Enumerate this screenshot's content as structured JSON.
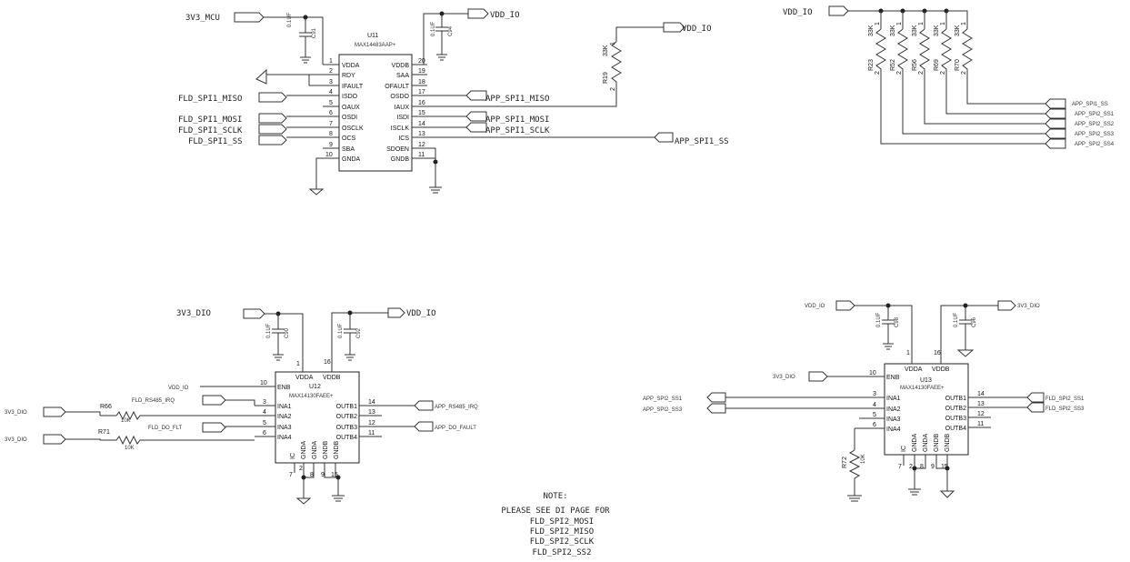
{
  "ports": {
    "3v3_mcu": "3V3_MCU",
    "vdd_io_top": "VDD_IO",
    "vdd_io_r19": "VDD_IO",
    "fld_spi1_miso": "FLD_SPI1_MISO",
    "fld_spi1_mosi": "FLD_SPI1_MOSI",
    "fld_spi1_sclk": "FLD_SPI1_SCLK",
    "fld_spi1_ss": "FLD_SPI1_SS",
    "app_spi1_miso": "APP_SPI1_MISO",
    "app_spi1_mosi": "APP_SPI1_MOSI",
    "app_spi1_sclk": "APP_SPI1_SCLK",
    "app_spi1_ss": "APP_SPI1_SS",
    "vdd_io_right": "VDD_IO",
    "app_spi1_ss_r": "APP_SPI1_SS",
    "app_spi2_ss1_r": "APP_SPI2_SS1",
    "app_spi2_ss2_r": "APP_SPI2_SS2",
    "app_spi2_ss3_r": "APP_SPI2_SS3",
    "app_spi2_ss4_r": "APP_SPI2_SS4",
    "3v3_dio_u12": "3V3_DIO",
    "vdd_io_u12": "VDD_IO",
    "vdd_io_enb": "VDD_IO",
    "fld_rs485_irq": "FLD_RS485_IRQ",
    "fld_do_flt": "FLD_DO_FLT",
    "3v3_dio_r66": "3V3_DIO",
    "3v3_dio_r71": "3V3_DIO",
    "app_rs485_irq": "APP_RS485_IRQ",
    "app_do_fault": "APP_DO_FAULT",
    "vdd_io_u13": "VDD_IO",
    "3v3_dio_u13": "3V3_DIO",
    "3v3_dio_enb13": "3V3_DIO",
    "app_spi2_ss1_in": "APP_SPI2_SS1",
    "app_spi2_ss3_in": "APP_SPI2_SS3",
    "fld_spi2_ss1": "FLD_SPI2_SS1",
    "fld_spi2_ss3": "FLD_SPI2_SS3"
  },
  "u11": {
    "ref": "U11",
    "part": "MAX14483AAP+",
    "left_pins": [
      {
        "num": "1",
        "name": "VDDA"
      },
      {
        "num": "2",
        "name": "RDY"
      },
      {
        "num": "3",
        "name": "IFAULT"
      },
      {
        "num": "4",
        "name": "ISDO"
      },
      {
        "num": "5",
        "name": "OAUX"
      },
      {
        "num": "6",
        "name": "OSDI"
      },
      {
        "num": "7",
        "name": "OSCLK"
      },
      {
        "num": "8",
        "name": "OCS"
      },
      {
        "num": "9",
        "name": "SBA"
      },
      {
        "num": "10",
        "name": "GNDA"
      }
    ],
    "right_pins": [
      {
        "num": "20",
        "name": "VDDB"
      },
      {
        "num": "19",
        "name": "SAA"
      },
      {
        "num": "18",
        "name": "OFAULT"
      },
      {
        "num": "17",
        "name": "OSDO"
      },
      {
        "num": "16",
        "name": "IAUX"
      },
      {
        "num": "15",
        "name": "ISDI"
      },
      {
        "num": "14",
        "name": "ISCLK"
      },
      {
        "num": "13",
        "name": "ICS"
      },
      {
        "num": "12",
        "name": "SDOEN"
      },
      {
        "num": "11",
        "name": "GNDB"
      }
    ]
  },
  "u12": {
    "ref": "U12",
    "part": "MAX14130FAEE+",
    "pin_vdda": "VDDA",
    "pin_vddb": "VDDB",
    "num_vdda": "1",
    "num_vddb": "16",
    "left_pins": [
      {
        "num": "10",
        "name": "ENB"
      },
      {
        "num": "3",
        "name": "INA1"
      },
      {
        "num": "4",
        "name": "INA2"
      },
      {
        "num": "5",
        "name": "INA3"
      },
      {
        "num": "6",
        "name": "INA4"
      }
    ],
    "right_pins": [
      {
        "num": "14",
        "name": "OUTB1"
      },
      {
        "num": "13",
        "name": "OUTB2"
      },
      {
        "num": "12",
        "name": "OUTB3"
      },
      {
        "num": "11",
        "name": "OUTB4"
      }
    ],
    "bottom_pins": [
      {
        "num": "7",
        "name": "IC"
      },
      {
        "num": "2",
        "name": "GNDA"
      },
      {
        "num": "8",
        "name": "GNDA"
      },
      {
        "num": "9",
        "name": "GNDB"
      },
      {
        "num": "15",
        "name": "GNDB"
      }
    ]
  },
  "u13": {
    "ref": "U13",
    "part": "MAX14130FAEE+",
    "pin_vdda": "VDDA",
    "pin_vddb": "VDDB",
    "num_vdda": "1",
    "num_vddb": "16",
    "left_pins": [
      {
        "num": "10",
        "name": "ENB"
      },
      {
        "num": "3",
        "name": "INA1"
      },
      {
        "num": "4",
        "name": "INA2"
      },
      {
        "num": "5",
        "name": "INA3"
      },
      {
        "num": "6",
        "name": "INA4"
      }
    ],
    "right_pins": [
      {
        "num": "14",
        "name": "OUTB1"
      },
      {
        "num": "13",
        "name": "OUTB2"
      },
      {
        "num": "12",
        "name": "OUTB3"
      },
      {
        "num": "11",
        "name": "OUTB4"
      }
    ],
    "bottom_pins": [
      {
        "num": "7",
        "name": "IC"
      },
      {
        "num": "2",
        "name": "GNDA"
      },
      {
        "num": "8",
        "name": "GNDA"
      },
      {
        "num": "9",
        "name": "GNDB"
      },
      {
        "num": "15",
        "name": "GNDB"
      }
    ]
  },
  "resistors": {
    "r19": {
      "ref": "R19",
      "value": "33K",
      "p1": "1",
      "p2": "2"
    },
    "r23": {
      "ref": "R23",
      "value": "33K",
      "p1": "1",
      "p2": "2"
    },
    "r52": {
      "ref": "R52",
      "value": "33K",
      "p1": "1",
      "p2": "2"
    },
    "r56": {
      "ref": "R56",
      "value": "33K",
      "p1": "1",
      "p2": "2"
    },
    "r69": {
      "ref": "R69",
      "value": "33K",
      "p1": "1",
      "p2": "2"
    },
    "r70": {
      "ref": "R70",
      "value": "33K",
      "p1": "1",
      "p2": "2"
    },
    "r66": {
      "ref": "R66",
      "value": "10K"
    },
    "r71": {
      "ref": "R71",
      "value": "10K"
    },
    "r72": {
      "ref": "R72",
      "value": "10K"
    }
  },
  "caps": {
    "c91": {
      "ref": "C91",
      "value": "0.1UF"
    },
    "c94": {
      "ref": "C94",
      "value": "0.1UF"
    },
    "c90": {
      "ref": "C90",
      "value": "0.1UF"
    },
    "c92": {
      "ref": "C92",
      "value": "0.1UF"
    },
    "c98": {
      "ref": "C98",
      "value": "0.1UF"
    },
    "c96": {
      "ref": "C96",
      "value": "0.1UF"
    }
  },
  "note": {
    "title": "NOTE:",
    "lines": [
      "PLEASE SEE DI PAGE FOR",
      "FLD_SPI2_MOSI",
      "FLD_SPI2_MISO",
      "FLD_SPI2_SCLK",
      "FLD_SPI2_SS2"
    ]
  }
}
